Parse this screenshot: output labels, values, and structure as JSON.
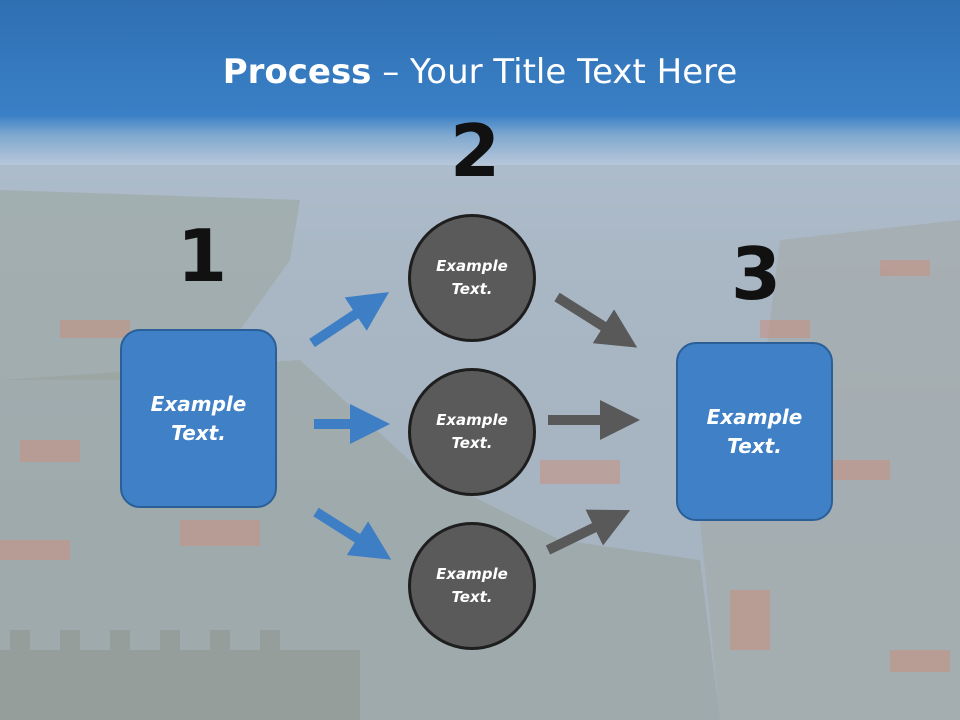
{
  "slide": {
    "title_bold": "Process",
    "title_rest": " – Your Title Text Here",
    "steps": [
      "1",
      "2",
      "3"
    ],
    "left_box": "Example Text.",
    "right_box": "Example Text.",
    "circles": [
      "Example Text.",
      "Example Text.",
      "Example Text."
    ]
  },
  "colors": {
    "header_blue": "#3a80c6",
    "box_blue": "#3f80c6",
    "circle_gray": "#5a5a5a",
    "arrow_blue": "#3d7ec4",
    "arrow_gray": "#595959"
  }
}
